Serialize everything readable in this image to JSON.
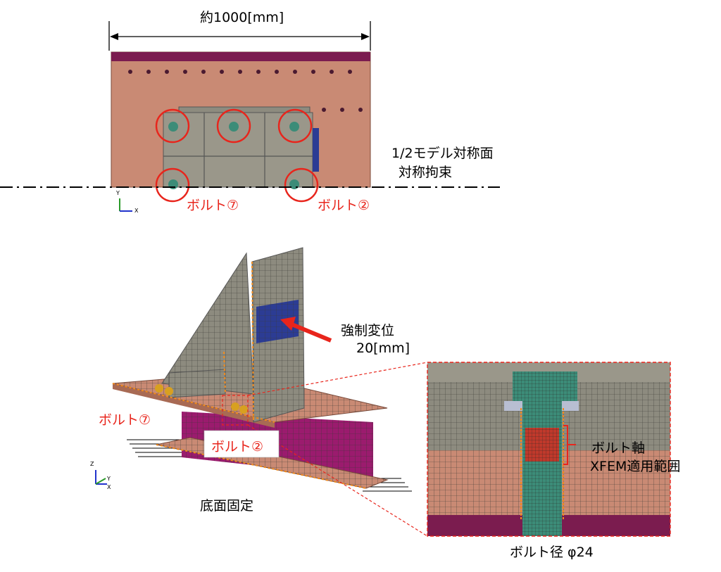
{
  "top_view": {
    "dimension_label": "約1000[mm]",
    "symmetry_label_line1": "1/2モデル対称面",
    "symmetry_label_line2": "対称拘束",
    "bolt_left_label": "ボルト⑦",
    "bolt_right_label": "ボルト②",
    "axis_y": "Y",
    "axis_x": "X"
  },
  "iso_view": {
    "forced_disp_line1": "強制変位",
    "forced_disp_line2": "20[mm]",
    "bolt_left_label": "ボルト⑦",
    "bolt_right_label": "ボルト②",
    "bottom_fixed_label": "底面固定",
    "axis_z": "Z",
    "axis_y": "Y",
    "axis_x": "X"
  },
  "detail_view": {
    "shaft_label_line1": "ボルト軸",
    "shaft_label_line2": "XFEM適用範囲",
    "diameter_label": "ボルト径 φ24"
  },
  "colors": {
    "plate_salmon": "#c98a74",
    "flange_purple": "#7b1c4f",
    "steel_gray": "#8d8b7f",
    "load_blue": "#2c3c94",
    "bolt_teal": "#3c8c78",
    "xfem_red": "#c0392b",
    "accent_red": "#e8251c",
    "bc_orange": "#f08a1c"
  }
}
